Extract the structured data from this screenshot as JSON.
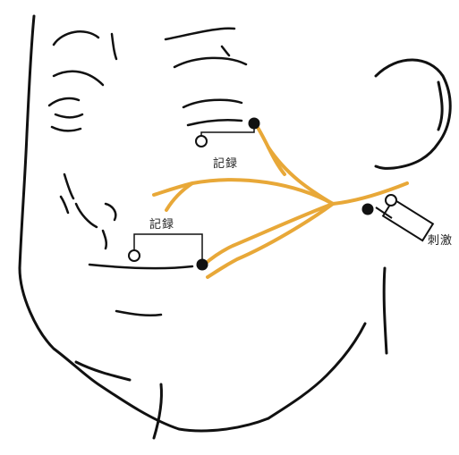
{
  "labels": {
    "record_upper": "記録",
    "record_lower": "記録",
    "stimulation": "刺激"
  },
  "colors": {
    "nerve": "#E8A838",
    "line": "#111111",
    "electrode_active": "#111111",
    "electrode_reference": "#ffffff"
  }
}
